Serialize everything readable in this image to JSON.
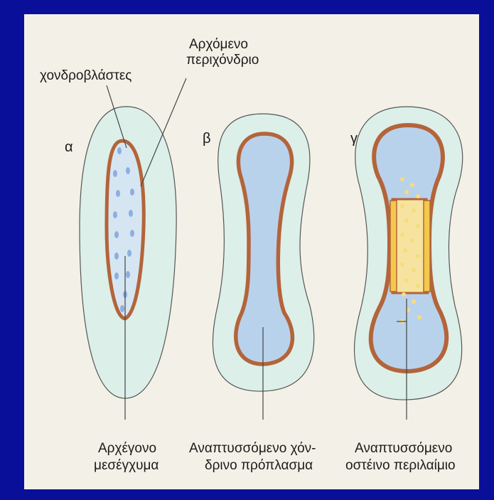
{
  "labels": {
    "top_left": "χονδροβλάστες",
    "top_right_line1": "Αρχόμενο",
    "top_right_line2": "περιχόνδριο",
    "bottom_a_line1": "Αρχέγονο",
    "bottom_a_line2": "μεσέγχυμα",
    "bottom_b_line1": "Αναπτυσσόμενο χόν-",
    "bottom_b_line2": "δρινο πρόπλασμα",
    "bottom_c_line1": "Αναπτυσσόμενο",
    "bottom_c_line2": "οστέινο περιλαίμιο"
  },
  "stage_letters": {
    "a": "α",
    "b": "β",
    "c": "γ"
  },
  "colors": {
    "frame": "#0a0f9a",
    "background": "#f3f1e7",
    "mesenchyme": "#dcefe9",
    "cartilage": "#b9d2ec",
    "perichondrium": "#b4643a",
    "bone_collar": "#f2c94c",
    "cell_dots": "#8eaee0",
    "ossification_dots": "#f6dd7a"
  }
}
